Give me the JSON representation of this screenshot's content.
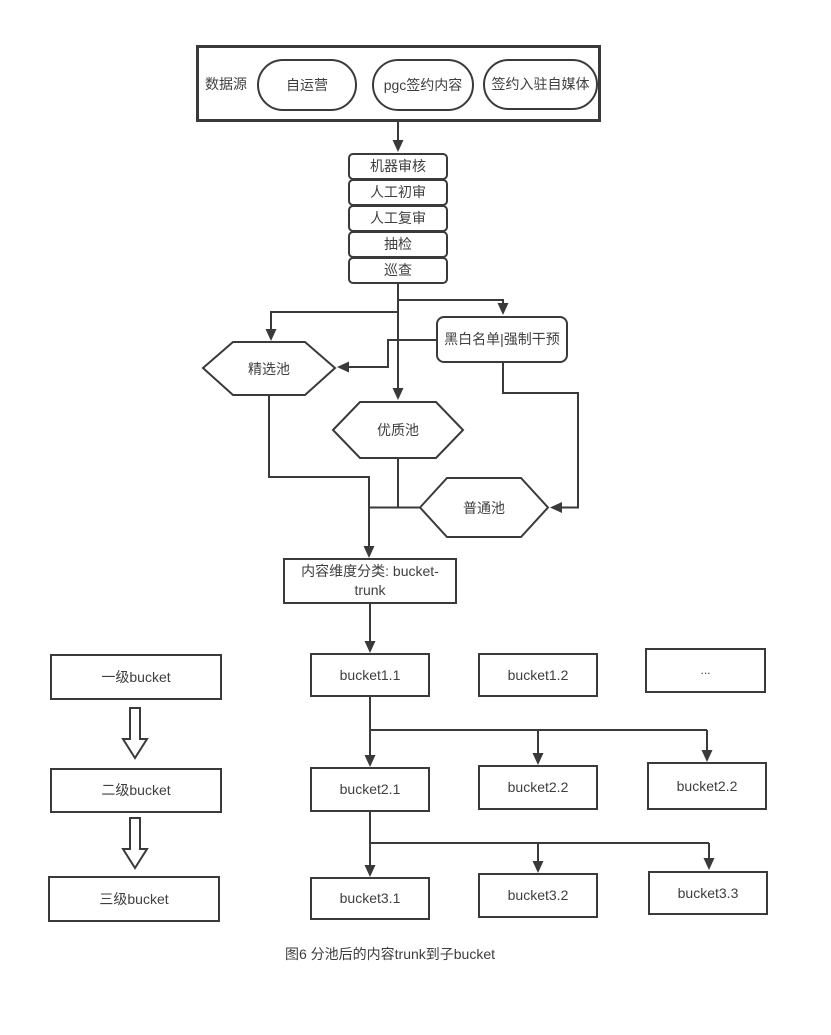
{
  "colors": {
    "stroke": "#3a3a3a",
    "text": "#3f3f3f",
    "background": "#ffffff"
  },
  "source": {
    "label": "数据源",
    "channels": [
      "自运营",
      "pgc签约内容",
      "签约入驻自媒体"
    ]
  },
  "review_steps": [
    "机器审核",
    "人工初审",
    "人工复审",
    "抽检",
    "巡查"
  ],
  "intervention": "黑白名单|强制干预",
  "pools": {
    "featured": "精选池",
    "quality": "优质池",
    "normal": "普通池"
  },
  "classification": "内容维度分类: bucket-trunk",
  "level_labels": [
    "一级bucket",
    "二级bucket",
    "三级bucket"
  ],
  "bucket_rows": [
    [
      "bucket1.1",
      "bucket1.2",
      "..."
    ],
    [
      "bucket2.1",
      "bucket2.2",
      "bucket2.2"
    ],
    [
      "bucket3.1",
      "bucket3.2",
      "bucket3.3"
    ]
  ],
  "caption": "图6 分池后的内容trunk到子bucket"
}
